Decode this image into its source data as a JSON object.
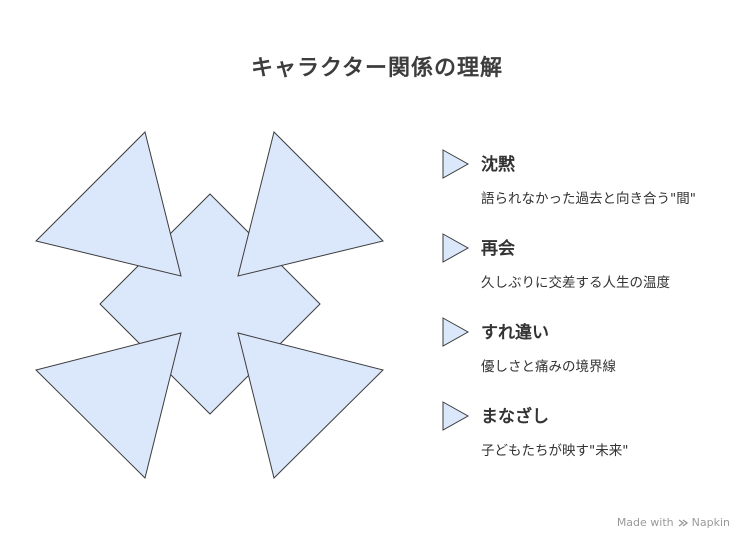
{
  "title": "キャラクター関係の理解",
  "colors": {
    "fill": "#dbe7fb",
    "stroke": "#3c3c3c"
  },
  "items": [
    {
      "title": "沈黙",
      "description": "語られなかった過去と向き合う\"間\"",
      "icon": "triangle-marker-icon"
    },
    {
      "title": "再会",
      "description": "久しぶりに交差する人生の温度",
      "icon": "triangle-marker-icon"
    },
    {
      "title": "すれ違い",
      "description": "優しさと痛みの境界線",
      "icon": "triangle-marker-icon"
    },
    {
      "title": "まなざし",
      "description": "子どもたちが映す\"未来\"",
      "icon": "triangle-marker-icon"
    }
  ],
  "branding": {
    "text": "Made with",
    "brand": "Napkin",
    "icon": "napkin-logo-icon"
  }
}
